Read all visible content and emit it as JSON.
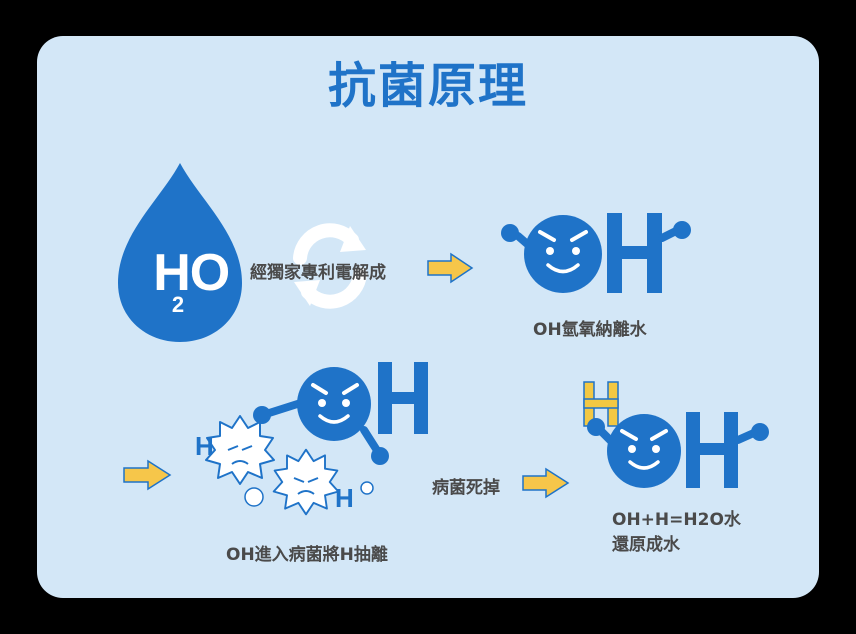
{
  "title": "抗菌原理",
  "water": {
    "h": "H",
    "sub": "2",
    "o": "O"
  },
  "steps": {
    "electrolysis": "經獨家專利電解成",
    "oh_ion": "OH氫氧納離水",
    "bacteria_die": "病菌死掉",
    "oh_extract": "OH進入病菌將H抽離",
    "result_line1": "OH+H=H2O水",
    "result_line2": "還原成水"
  },
  "molecule_letters": {
    "h": "H"
  },
  "colors": {
    "background": "#d3e7f7",
    "primary_blue": "#1f73c8",
    "arrow_yellow": "#f6c64a",
    "h_yellow": "#f3c843"
  }
}
